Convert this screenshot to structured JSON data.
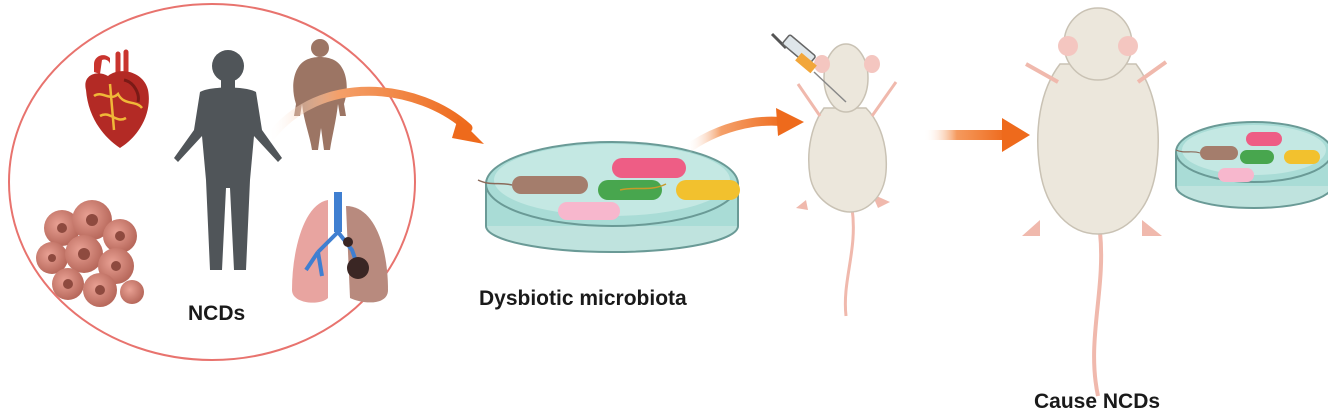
{
  "labels": {
    "ncds": "NCDs",
    "dysbiotic": "Dysbiotic microbiota",
    "cause": "Cause NCDs"
  },
  "colors": {
    "circle_outline": "#e8736e",
    "arrow": "#ee6a1c",
    "dish_liquid": "#a9dcd6",
    "human_silhouette": "#505559",
    "mouse_body": "#ece7dc",
    "mouse_tail": "#f0b9ad",
    "bacteria_brown": "#a47d6c",
    "bacteria_pink": "#ee5d85",
    "bacteria_green": "#48a64e",
    "bacteria_yellow": "#f2c12e",
    "bacteria_lightpink": "#f7b7cd"
  },
  "icons": [
    "heart-icon",
    "human-body-icon",
    "obese-person-icon",
    "tumor-cells-icon",
    "lungs-icon",
    "petri-dish-icon",
    "bacteria-icon",
    "syringe-icon",
    "mouse-icon"
  ]
}
